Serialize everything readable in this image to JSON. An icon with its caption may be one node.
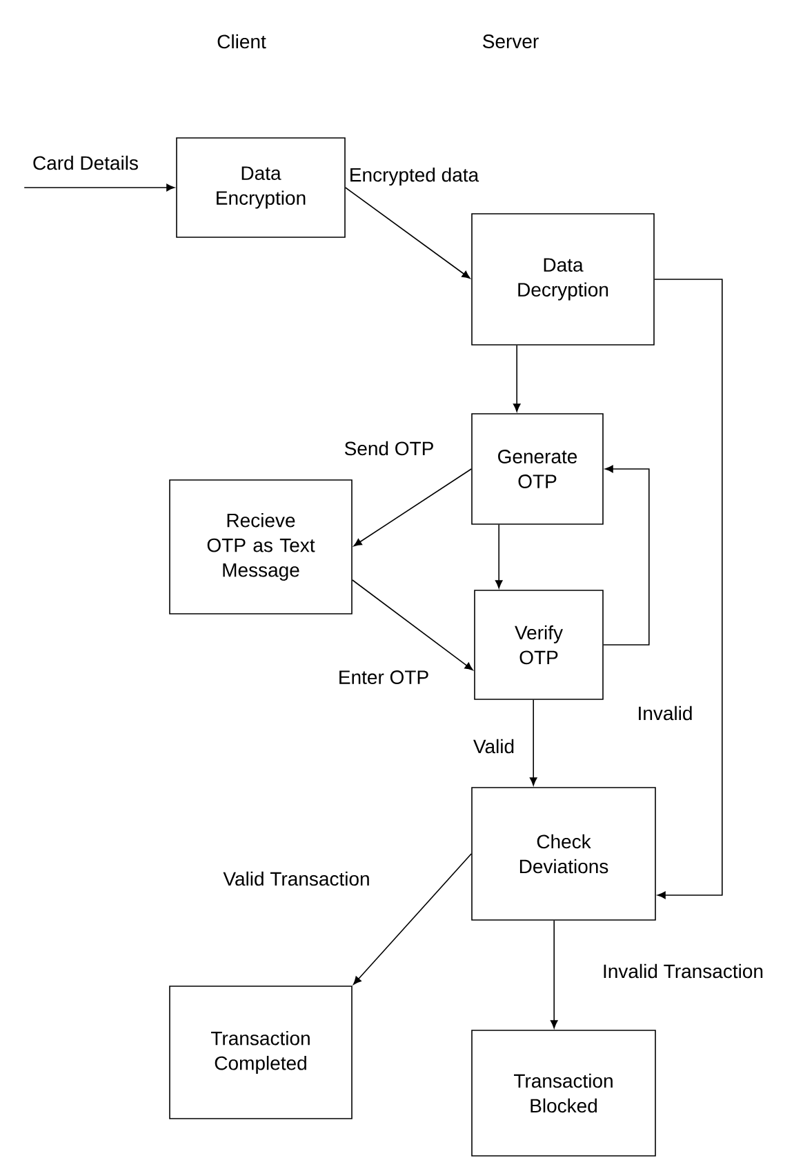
{
  "diagram": {
    "nodes": [
      {
        "text": [
          "Data Encryption"
        ]
      },
      {
        "text": [
          "Data Decryption"
        ]
      },
      {
        "text": [
          "Generate OTP"
        ]
      },
      {
        "text": [
          "Recieve OTP as Text Message"
        ]
      },
      {
        "text": [
          "Verify OTP"
        ]
      },
      {
        "text": [
          "Check Deviations"
        ]
      },
      {
        "text": [
          "Transaction Completed"
        ]
      },
      {
        "text": [
          "Transaction Blocked"
        ]
      }
    ],
    "edges": [
      {
        "from": null,
        "to": 0,
        "arrow": "to",
        "label": "Card Details"
      },
      {
        "from": 0,
        "to": 1,
        "arrow": "to",
        "label": "Encrypted data"
      },
      {
        "from": 1,
        "to": 2,
        "arrow": "to"
      },
      {
        "from": 1,
        "to": 5,
        "arrow": "to"
      },
      {
        "from": 2,
        "to": 3,
        "arrow": "to",
        "label": "Send OTP"
      },
      {
        "from": 2,
        "to": 4,
        "arrow": "to"
      },
      {
        "from": 3,
        "to": 4,
        "arrow": "to",
        "label": "Enter OTP"
      },
      {
        "from": 4,
        "to": 2,
        "arrow": "to",
        "label": "Invalid"
      },
      {
        "from": 4,
        "to": 5,
        "arrow": "to",
        "label": "Valid"
      },
      {
        "from": 5,
        "to": 6,
        "arrow": "to",
        "label": "Valid Transaction"
      },
      {
        "from": 5,
        "to": 7,
        "arrow": "to",
        "label": "Invalid Transaction"
      }
    ],
    "labels": [
      "Client",
      "Server"
    ]
  }
}
